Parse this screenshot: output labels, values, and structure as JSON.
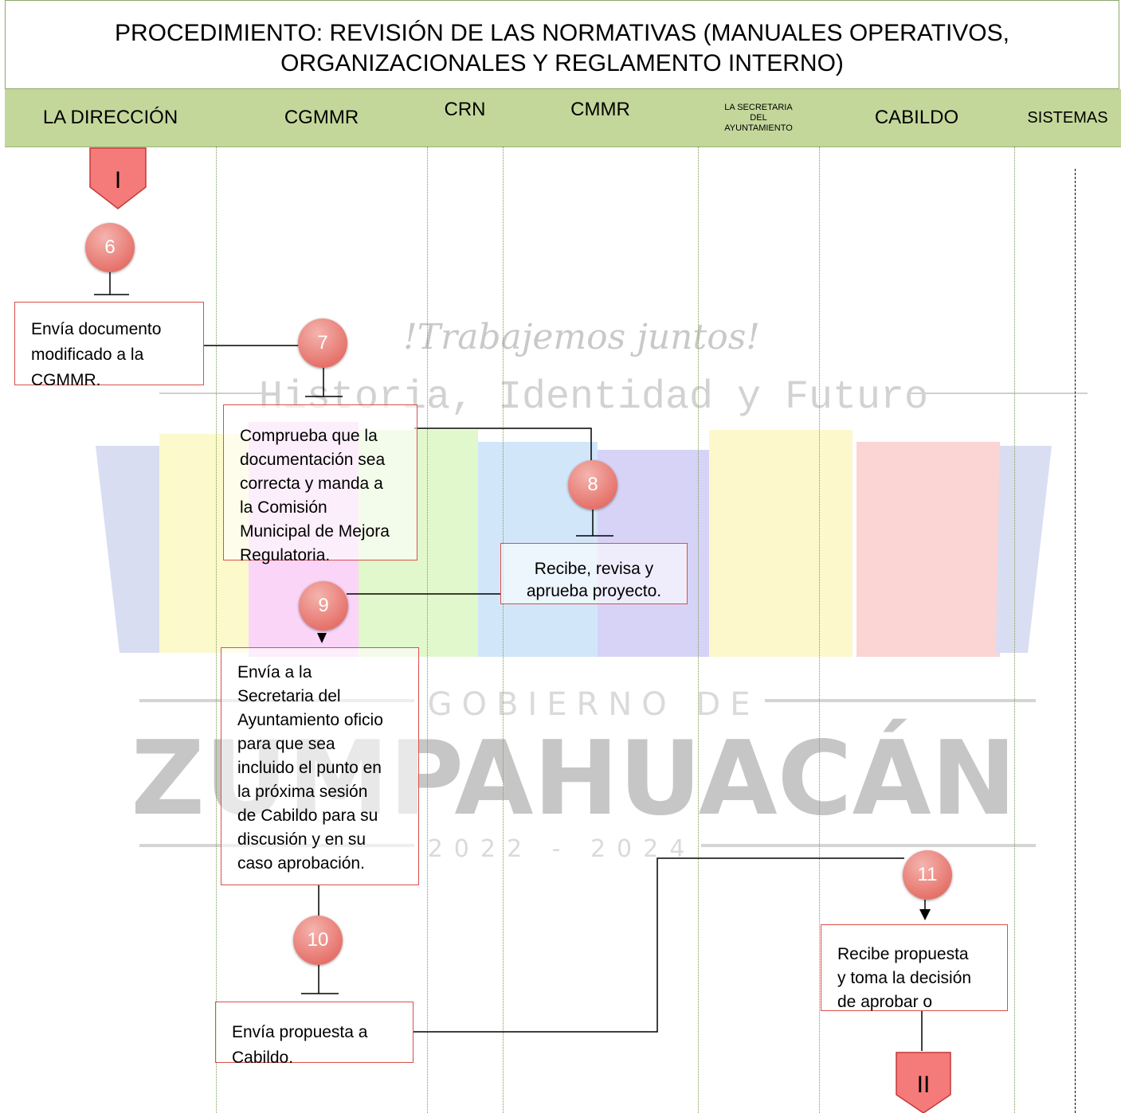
{
  "title": {
    "line1": "PROCEDIMIENTO: REVISIÓN DE LAS NORMATIVAS (MANUALES OPERATIVOS,",
    "line2": "ORGANIZACIONALES Y REGLAMENTO INTERNO)"
  },
  "lanes": {
    "direccion": "LA DIRECCIÓN",
    "cgmmr": "CGMMR",
    "crn": "CRN",
    "cmmr": "CMMR",
    "secretaria1": "LA SECRETARIA",
    "secretaria2": "DEL",
    "secretaria3": "AYUNTAMIENTO",
    "cabildo": "CABILDO",
    "sistemas": "SISTEMAS"
  },
  "connectors": {
    "start": "I",
    "end": "II"
  },
  "steps": {
    "s6": "6",
    "s7": "7",
    "s8": "8",
    "s9": "9",
    "s10": "10",
    "s11": "11"
  },
  "boxes": {
    "b6": [
      "Envía documento",
      "modificado a la",
      "CGMMR."
    ],
    "b7": [
      "Comprueba que la",
      "documentación sea",
      "correcta y manda a",
      "la Comisión",
      "Municipal de Mejora",
      "Regulatoria."
    ],
    "b8": [
      "Recibe, revisa y",
      "aprueba proyecto."
    ],
    "b9": [
      "Envía a la",
      "Secretaria del",
      "Ayuntamiento oficio",
      "para que sea",
      "incluido el punto en",
      "la próxima sesión",
      "de Cabildo para su",
      "discusión y en su",
      "caso aprobación."
    ],
    "b10": [
      "Envía propuesta a",
      "Cabildo."
    ],
    "b11": [
      "Recibe propuesta",
      "y toma la decisión",
      "de aprobar o"
    ]
  },
  "watermark": {
    "slogan": "!Trabajemos juntos!",
    "motto": "Historia, Identidad y Futuro",
    "gobierno": "GOBIERNO DE",
    "municipio": "ZUMPAHUACÁN",
    "periodo": "2022 - 2024",
    "colors": [
      "#b9c3e8",
      "#fbf6a6",
      "#f6b3f3",
      "#c9f2a4",
      "#aed3f6",
      "#b6b0f2",
      "#fbf3a4",
      "#f8b1b1"
    ]
  }
}
